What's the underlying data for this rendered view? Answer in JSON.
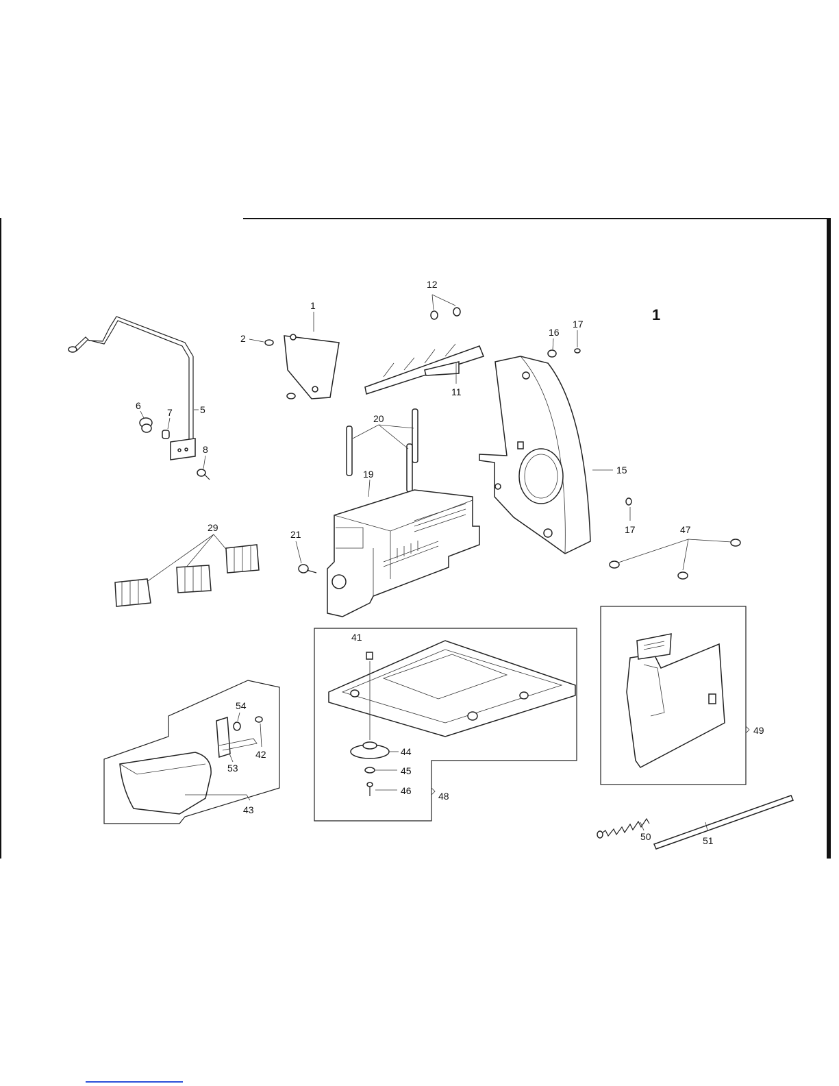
{
  "figure_number": "1",
  "callouts": {
    "c1": "1",
    "c2": "2",
    "c5": "5",
    "c6": "6",
    "c7": "7",
    "c8": "8",
    "c11": "11",
    "c12": "12",
    "c15": "15",
    "c16": "16",
    "c17a": "17",
    "c17b": "17",
    "c19": "19",
    "c20": "20",
    "c21": "21",
    "c29": "29",
    "c41": "41",
    "c42": "42",
    "c43": "43",
    "c44": "44",
    "c45": "45",
    "c46": "46",
    "c47": "47",
    "c48": "48",
    "c49": "49",
    "c50": "50",
    "c51": "51",
    "c53": "53",
    "c54": "54"
  }
}
